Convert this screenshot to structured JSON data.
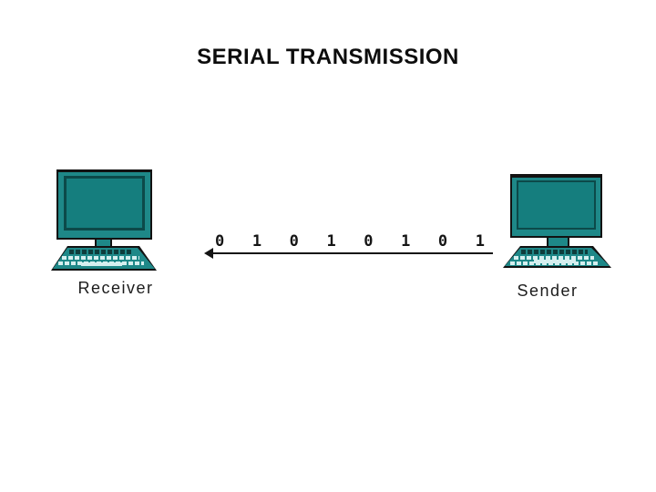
{
  "title": "SERIAL TRANSMISSION",
  "receiver": {
    "label": "Receiver"
  },
  "sender": {
    "label": "Sender"
  },
  "bits": [
    "0",
    "1",
    "0",
    "1",
    "0",
    "1",
    "0",
    "1"
  ],
  "arrow": {
    "direction": "left",
    "from": "Sender",
    "to": "Receiver"
  },
  "colors": {
    "computer_teal": "#1e8888",
    "screen_teal": "#157e7e",
    "screen_border_teal": "#0c4949",
    "key_light": "#d5efef",
    "outline_black": "#121212",
    "background": "#ffffff",
    "text": "#1c1c1c"
  }
}
